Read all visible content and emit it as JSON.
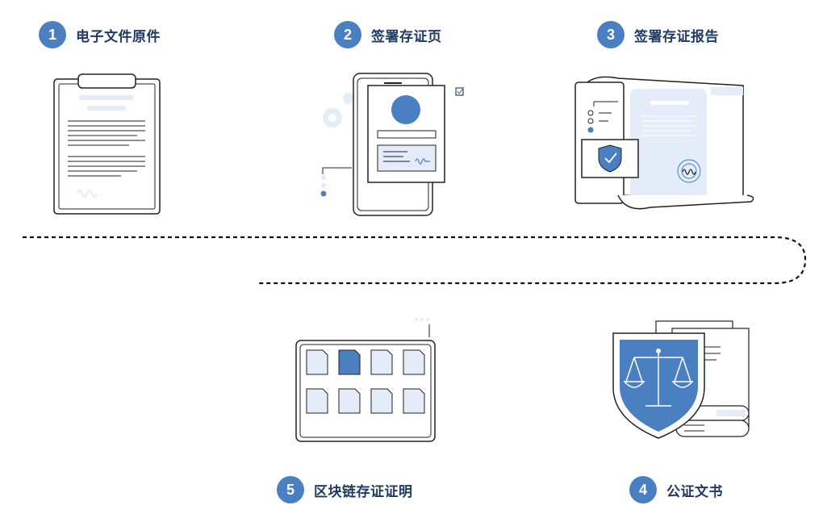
{
  "theme": {
    "primary": "#4a7fc1",
    "light": "#e3ecf8",
    "stroke": "#222222"
  },
  "steps": [
    {
      "number": "1",
      "label": "电子文件原件",
      "icon": "clipboard-document-icon"
    },
    {
      "number": "2",
      "label": "签署存证页",
      "icon": "phone-signature-icon"
    },
    {
      "number": "3",
      "label": "签署存证报告",
      "icon": "certificate-report-icon"
    },
    {
      "number": "4",
      "label": "公证文书",
      "icon": "justice-shield-icon"
    },
    {
      "number": "5",
      "label": "区块链存证证明",
      "icon": "blockchain-files-icon"
    }
  ]
}
